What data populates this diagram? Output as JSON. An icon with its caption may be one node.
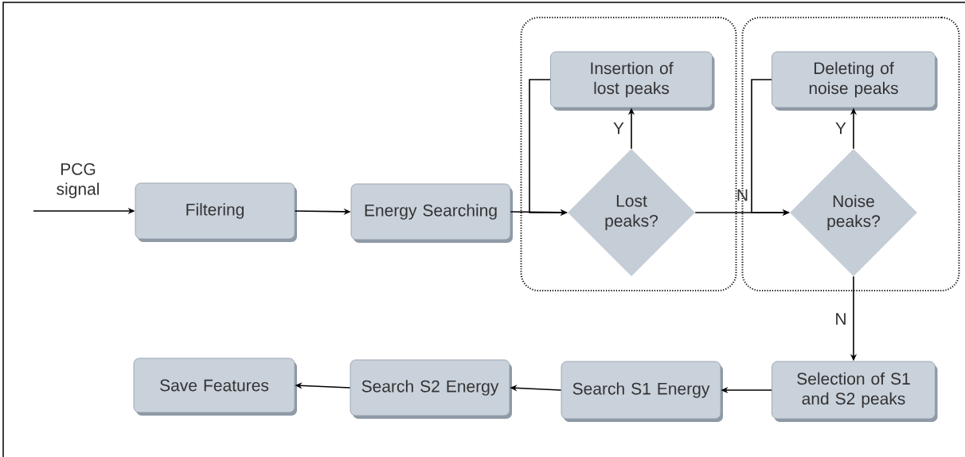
{
  "diagram": {
    "nodes": [
      {
        "text": [
          "Filtering"
        ]
      },
      {
        "text": [
          "Energy Searching"
        ]
      },
      {
        "text": [],
        "shape": "box"
      },
      {
        "text": [
          "Insertion of lost peaks"
        ],
        "in": 2
      },
      {
        "text": [
          "Lost peaks?"
        ],
        "in": 2
      },
      {
        "text": [],
        "shape": "box"
      },
      {
        "text": [
          "Deleting of noise peaks"
        ],
        "in": 5
      },
      {
        "text": [
          "Noise peaks?"
        ],
        "in": 5
      },
      {
        "text": [
          "Selection of S1 and S2 peaks"
        ]
      },
      {
        "text": [
          "Search S1 Energy"
        ]
      },
      {
        "text": [
          "Search S2 Energy"
        ]
      },
      {
        "text": [
          "Save Features"
        ]
      }
    ],
    "edges": [
      {
        "from": null,
        "to": 0,
        "arrow": "to",
        "label": "PCG signal"
      },
      {
        "from": 0,
        "to": 1,
        "arrow": "to"
      },
      {
        "from": 1,
        "to": 4,
        "arrow": "to"
      },
      {
        "from": 4,
        "to": 3,
        "arrow": "to",
        "label": "Y"
      },
      {
        "from": 3,
        "to": 4,
        "arrow": "to"
      },
      {
        "from": 4,
        "to": 7,
        "arrow": "to",
        "label": "N"
      },
      {
        "from": 7,
        "to": 6,
        "arrow": "to",
        "label": "Y"
      },
      {
        "from": 6,
        "to": 7,
        "arrow": "to"
      },
      {
        "from": 7,
        "to": 8,
        "arrow": "to",
        "label": "N"
      },
      {
        "from": 8,
        "to": 9,
        "arrow": "to"
      },
      {
        "from": 9,
        "to": 10,
        "arrow": "to"
      },
      {
        "from": 10,
        "to": 11,
        "arrow": "to"
      }
    ]
  }
}
